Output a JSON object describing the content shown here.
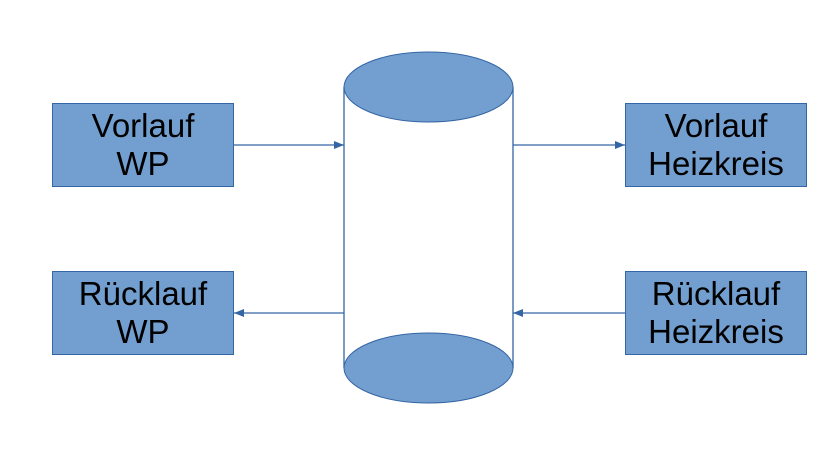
{
  "boxes": {
    "vorlauf_wp": {
      "line1": "Vorlauf",
      "line2": "WP"
    },
    "ruecklauf_wp": {
      "line1": "Rücklauf",
      "line2": "WP"
    },
    "vorlauf_heizkreis": {
      "line1": "Vorlauf",
      "line2": "Heizkreis"
    },
    "ruecklauf_heizkreis": {
      "line1": "Rücklauf",
      "line2": "Heizkreis"
    }
  },
  "colors": {
    "fill": "#729fcf",
    "stroke": "#3465a4"
  }
}
